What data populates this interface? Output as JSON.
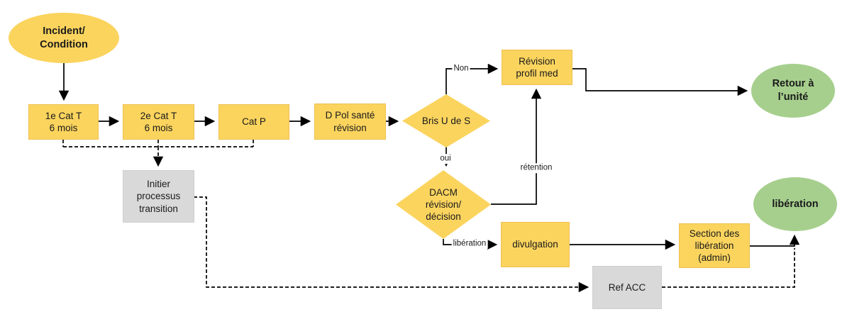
{
  "diagram": {
    "type": "flowchart",
    "colors": {
      "process_fill": "#fbd45e",
      "terminator_green_fill": "#a6cf8d",
      "terminator_yellow_fill": "#fbd45e",
      "aux_gray_fill": "#d9d9d9",
      "connector": "#000000"
    },
    "nodes": {
      "incident": {
        "lines": [
          "Incident/",
          "Condition"
        ]
      },
      "cat1": {
        "lines": [
          "1e Cat T",
          "6 mois"
        ]
      },
      "cat2": {
        "lines": [
          "2e Cat T",
          "6 mois"
        ]
      },
      "catp": {
        "lines": [
          "Cat P"
        ]
      },
      "dpol": {
        "lines": [
          "D Pol santé",
          "révision"
        ]
      },
      "bris": {
        "lines": [
          "Bris U de S"
        ]
      },
      "revision_profil": {
        "lines": [
          "Révision",
          "profil med"
        ]
      },
      "retour": {
        "lines": [
          "Retour à",
          "l’unité"
        ]
      },
      "dacm": {
        "lines": [
          "DACM",
          "révision/",
          "décision"
        ]
      },
      "divulgation": {
        "lines": [
          "divulgation"
        ]
      },
      "section": {
        "lines": [
          "Section des",
          "libération",
          "(admin)"
        ]
      },
      "liberation": {
        "lines": [
          "libération"
        ]
      },
      "initier": {
        "lines": [
          "Initier",
          "processus",
          "transition"
        ]
      },
      "refacc": {
        "lines": [
          "Ref ACC"
        ]
      }
    },
    "edge_labels": {
      "non": "Non",
      "oui": "oui",
      "retention": "rétention",
      "liberation": "libération"
    }
  }
}
